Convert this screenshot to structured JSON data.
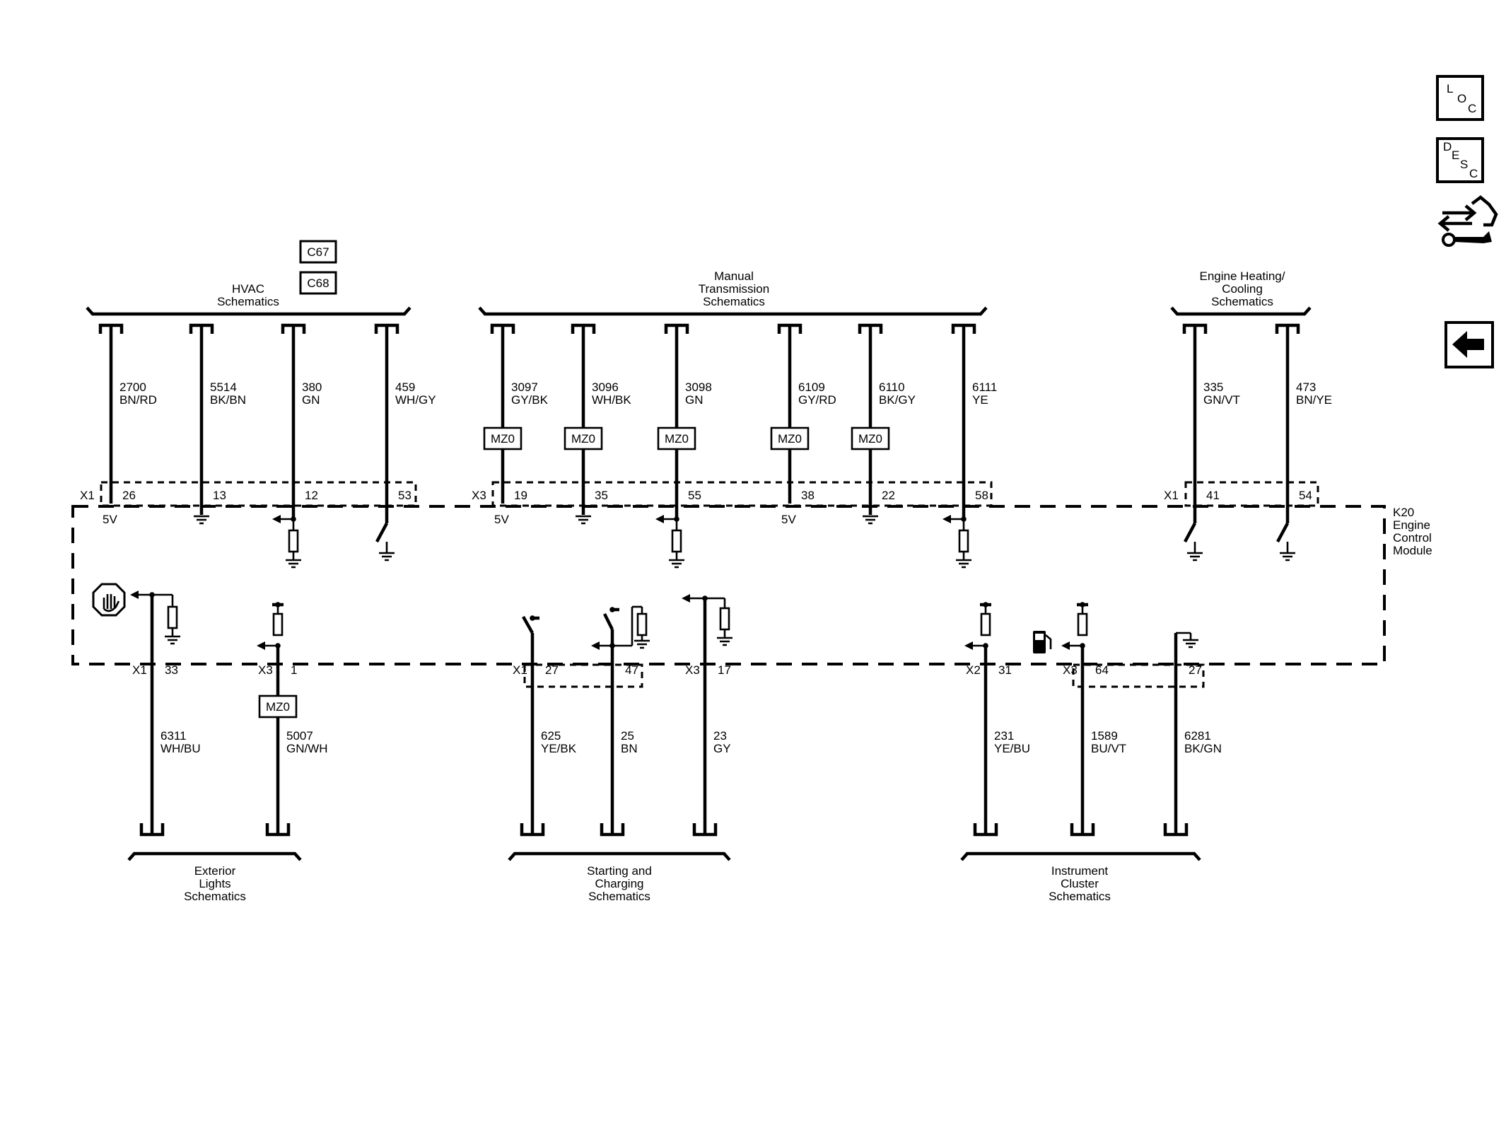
{
  "toolbar": {
    "loc_letters": [
      "L",
      "O",
      "C"
    ],
    "desc_letters": [
      "D",
      "E",
      "S",
      "C"
    ],
    "loc_name": "loc-button",
    "desc_name": "desc-button",
    "diag_icon": "connector-wrench-icon",
    "back_icon": "back-arrow-icon"
  },
  "connector_refs": [
    "C67",
    "C68"
  ],
  "option_tag": "MZ0",
  "module": {
    "label": [
      "K20",
      "Engine",
      "Control",
      "Module"
    ]
  },
  "top_groups": [
    {
      "label": [
        "HVAC",
        "Schematics"
      ]
    },
    {
      "label": [
        "Manual",
        "Transmission",
        "Schematics"
      ]
    },
    {
      "label": [
        "Engine Heating/",
        "Cooling",
        "Schematics"
      ]
    }
  ],
  "bottom_groups": [
    {
      "label": [
        "Exterior",
        "Lights",
        "Schematics"
      ]
    },
    {
      "label": [
        "Starting and",
        "Charging",
        "Schematics"
      ]
    },
    {
      "label": [
        "Instrument",
        "Cluster",
        "Schematics"
      ]
    }
  ],
  "top_wires": [
    {
      "circuit": "2700",
      "color": "BN/RD",
      "pin": "26",
      "connector": "X1",
      "mz0": false,
      "voltage": "5V",
      "term": "5v"
    },
    {
      "circuit": "5514",
      "color": "BK/BN",
      "pin": "13",
      "connector": "",
      "mz0": false,
      "voltage": "",
      "term": "ground"
    },
    {
      "circuit": "380",
      "color": "GN",
      "pin": "12",
      "connector": "",
      "mz0": false,
      "voltage": "",
      "term": "sensor"
    },
    {
      "circuit": "459",
      "color": "WH/GY",
      "pin": "53",
      "connector": "",
      "mz0": false,
      "voltage": "",
      "term": "switch"
    },
    {
      "circuit": "3097",
      "color": "GY/BK",
      "pin": "19",
      "connector": "X3",
      "mz0": true,
      "voltage": "5V",
      "term": "5v"
    },
    {
      "circuit": "3096",
      "color": "WH/BK",
      "pin": "35",
      "connector": "",
      "mz0": true,
      "voltage": "",
      "term": "ground"
    },
    {
      "circuit": "3098",
      "color": "GN",
      "pin": "55",
      "connector": "",
      "mz0": true,
      "voltage": "",
      "term": "sensor"
    },
    {
      "circuit": "6109",
      "color": "GY/RD",
      "pin": "38",
      "connector": "",
      "mz0": true,
      "voltage": "5V",
      "term": "5v"
    },
    {
      "circuit": "6110",
      "color": "BK/GY",
      "pin": "22",
      "connector": "",
      "mz0": true,
      "voltage": "",
      "term": "ground"
    },
    {
      "circuit": "6111",
      "color": "YE",
      "pin": "58",
      "connector": "",
      "mz0": false,
      "voltage": "",
      "term": "sensor"
    },
    {
      "circuit": "335",
      "color": "GN/VT",
      "pin": "41",
      "connector": "X1",
      "mz0": false,
      "voltage": "",
      "term": "switch"
    },
    {
      "circuit": "473",
      "color": "BN/YE",
      "pin": "54",
      "connector": "",
      "mz0": false,
      "voltage": "",
      "term": "switch"
    }
  ],
  "bottom_wires": [
    {
      "circuit": "6311",
      "color": "WH/BU",
      "pin": "33",
      "connector": "X1",
      "mz0": false
    },
    {
      "circuit": "5007",
      "color": "GN/WH",
      "pin": "1",
      "connector": "X3",
      "mz0": true
    },
    {
      "circuit": "625",
      "color": "YE/BK",
      "pin": "27",
      "connector": "X1",
      "mz0": false
    },
    {
      "circuit": "25",
      "color": "BN",
      "pin": "47",
      "connector": "",
      "mz0": false
    },
    {
      "circuit": "23",
      "color": "GY",
      "pin": "17",
      "connector": "X3",
      "mz0": false
    },
    {
      "circuit": "231",
      "color": "YE/BU",
      "pin": "31",
      "connector": "X2",
      "mz0": false
    },
    {
      "circuit": "1589",
      "color": "BU/VT",
      "pin": "64",
      "connector": "X3",
      "mz0": false
    },
    {
      "circuit": "6281",
      "color": "BK/GN",
      "pin": "27",
      "connector": "",
      "mz0": false
    }
  ]
}
